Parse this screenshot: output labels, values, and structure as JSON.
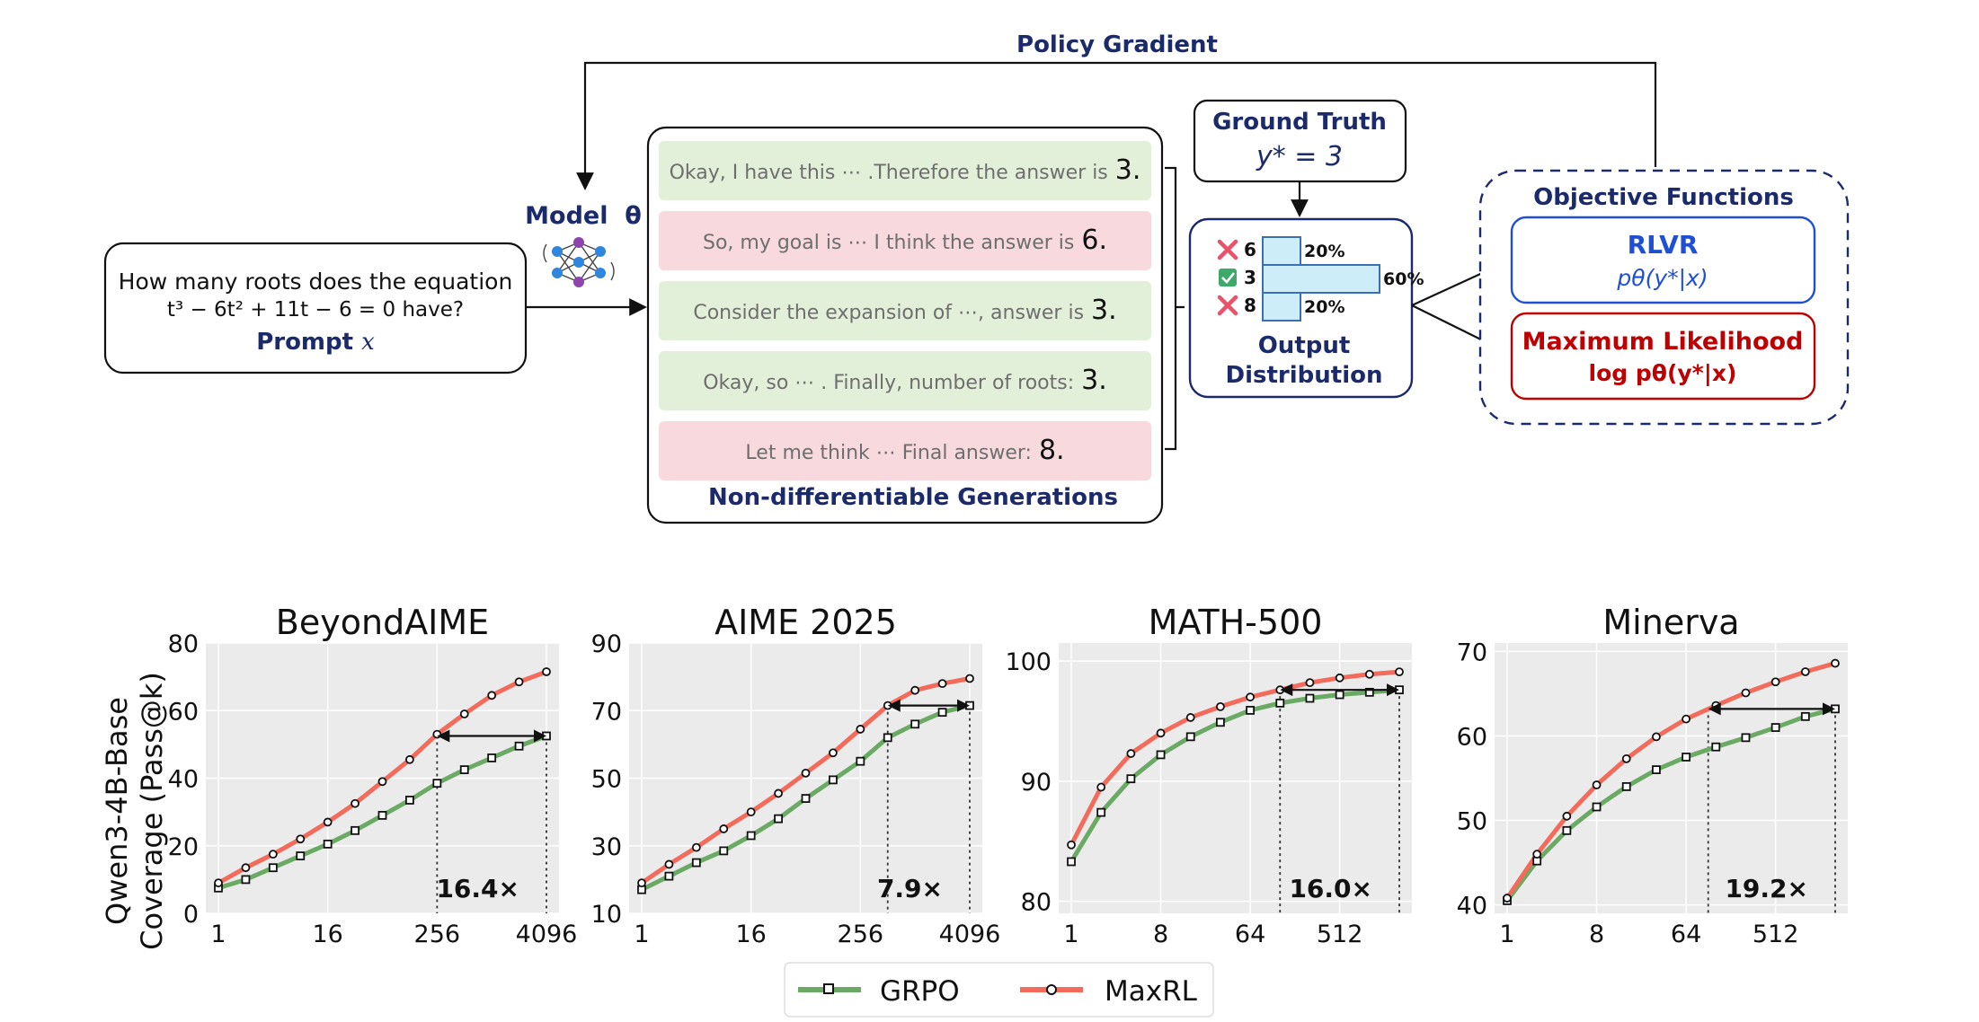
{
  "diagram": {
    "policy_gradient": "Policy Gradient",
    "model_label": "Model  θ",
    "prompt": {
      "line1": "How many roots does the equation",
      "line2": "t³ − 6t² + 11t − 6 = 0 have?",
      "label": "Prompt",
      "var": "x"
    },
    "generations": [
      {
        "text": "Okay, I have this ⋯ .Therefore the answer is",
        "answer": "3.",
        "correct": true
      },
      {
        "text": "So, my goal is ⋯ I think the answer is",
        "answer": "6.",
        "correct": false
      },
      {
        "text": "Consider the expansion of ⋯, answer is",
        "answer": "3.",
        "correct": true
      },
      {
        "text": "Okay, so ⋯ . Finally, number of roots:",
        "answer": "3.",
        "correct": true
      },
      {
        "text": "Let me think ⋯ Final answer:",
        "answer": "8.",
        "correct": false
      }
    ],
    "generations_label": "Non-differentiable Generations",
    "ground_truth": {
      "title": "Ground Truth",
      "formula": "y* = 3"
    },
    "output_distribution": {
      "label_line1": "Output",
      "label_line2": "Distribution",
      "bars": [
        {
          "answer": "6",
          "percent": "20%",
          "fraction": 0.2,
          "correct": false
        },
        {
          "answer": "3",
          "percent": "60%",
          "fraction": 0.6,
          "correct": true
        },
        {
          "answer": "8",
          "percent": "20%",
          "fraction": 0.2,
          "correct": false
        }
      ]
    },
    "objectives": {
      "title": "Objective Functions",
      "rlvr": {
        "name": "RLVR",
        "formula": "pθ(y*|x)"
      },
      "ml": {
        "name": "Maximum Likelihood",
        "formula": "log pθ(y*|x)"
      }
    },
    "colors": {
      "navy": "#1b2a6b",
      "correct_bg": "#e3f0d9",
      "wrong_bg": "#f7d9de",
      "rlvr_blue": "#1f4fd6",
      "ml_red": "#c00000",
      "bar_fill": "#cdeef9",
      "bar_stroke": "#3b6fb3"
    }
  },
  "y_axis_label_line1": "Qwen3-4B-Base",
  "y_axis_label_line2": "Coverage (Pass@k)",
  "legend": [
    {
      "name": "GRPO",
      "color": "#6aaa64",
      "marker": "square"
    },
    {
      "name": "MaxRL",
      "color": "#f26b5b",
      "marker": "circle"
    }
  ],
  "chart_data": [
    {
      "type": "line",
      "title": "BeyondAIME",
      "x_scale": "log2",
      "xlim": [
        1,
        4096
      ],
      "xticks": [
        1,
        16,
        256,
        4096
      ],
      "ylim": [
        0,
        80
      ],
      "yticks": [
        0,
        20,
        40,
        60,
        80
      ],
      "grid": true,
      "x": [
        1,
        2,
        4,
        8,
        16,
        32,
        64,
        128,
        256,
        512,
        1024,
        2048,
        4096
      ],
      "series": [
        {
          "name": "GRPO",
          "values": [
            7.5,
            10,
            13.5,
            17,
            20.5,
            24.5,
            29,
            33.5,
            38.5,
            42.5,
            46,
            49.5,
            52.5
          ]
        },
        {
          "name": "MaxRL",
          "values": [
            9,
            13.5,
            17.5,
            22,
            27,
            32.5,
            39,
            45.5,
            53,
            59,
            64.5,
            68.5,
            71.5
          ]
        }
      ],
      "arrow": {
        "from_k": 256,
        "to_k": 4096,
        "y": 52.5
      },
      "annotation": "16.4×"
    },
    {
      "type": "line",
      "title": "AIME 2025",
      "x_scale": "log2",
      "xlim": [
        1,
        4096
      ],
      "xticks": [
        1,
        16,
        256,
        4096
      ],
      "ylim": [
        10,
        90
      ],
      "yticks": [
        10,
        30,
        50,
        70,
        90
      ],
      "grid": true,
      "x": [
        1,
        2,
        4,
        8,
        16,
        32,
        64,
        128,
        256,
        512,
        1024,
        2048,
        4096
      ],
      "series": [
        {
          "name": "GRPO",
          "values": [
            17,
            21,
            25,
            28.5,
            33,
            38,
            44,
            49.5,
            55,
            62,
            66,
            69.5,
            71.5
          ]
        },
        {
          "name": "MaxRL",
          "values": [
            19,
            24.5,
            29.5,
            35,
            40,
            45.5,
            51.5,
            57.5,
            64.5,
            71.5,
            76,
            78,
            79.5
          ]
        }
      ],
      "arrow": {
        "from_k": 512,
        "to_k": 4096,
        "y": 71.5
      },
      "annotation": "7.9×"
    },
    {
      "type": "line",
      "title": "MATH-500",
      "x_scale": "log2",
      "xlim": [
        1,
        2048
      ],
      "xticks": [
        1,
        8,
        64,
        512
      ],
      "ylim": [
        79,
        101.5
      ],
      "yticks": [
        80,
        90,
        100
      ],
      "grid": true,
      "x": [
        1,
        2,
        4,
        8,
        16,
        32,
        64,
        128,
        256,
        512,
        1024,
        2048
      ],
      "series": [
        {
          "name": "GRPO",
          "values": [
            83.3,
            87.4,
            90.2,
            92.2,
            93.7,
            94.9,
            95.9,
            96.5,
            96.9,
            97.2,
            97.4,
            97.6
          ]
        },
        {
          "name": "MaxRL",
          "values": [
            84.7,
            89.5,
            92.3,
            94.0,
            95.3,
            96.2,
            97.0,
            97.6,
            98.2,
            98.6,
            98.9,
            99.1
          ]
        }
      ],
      "arrow": {
        "from_k": 128,
        "to_k": 2048,
        "y": 97.6
      },
      "annotation": "16.0×"
    },
    {
      "type": "line",
      "title": "Minerva",
      "x_scale": "log2",
      "xlim": [
        1,
        2048
      ],
      "xticks": [
        1,
        8,
        64,
        512
      ],
      "ylim": [
        39,
        71
      ],
      "yticks": [
        40,
        50,
        60,
        70
      ],
      "grid": true,
      "x": [
        1,
        2,
        4,
        8,
        16,
        32,
        64,
        128,
        256,
        512,
        1024,
        2048
      ],
      "series": [
        {
          "name": "GRPO",
          "values": [
            40.5,
            45.2,
            48.8,
            51.6,
            54.0,
            56.0,
            57.5,
            58.7,
            59.8,
            61.0,
            62.3,
            63.2
          ]
        },
        {
          "name": "MaxRL",
          "values": [
            40.8,
            46.0,
            50.5,
            54.2,
            57.3,
            59.9,
            62.0,
            63.6,
            65.1,
            66.4,
            67.6,
            68.6
          ]
        }
      ],
      "arrow": {
        "from_k": 107,
        "to_k": 2048,
        "y": 63.2
      },
      "annotation": "19.2×"
    }
  ]
}
